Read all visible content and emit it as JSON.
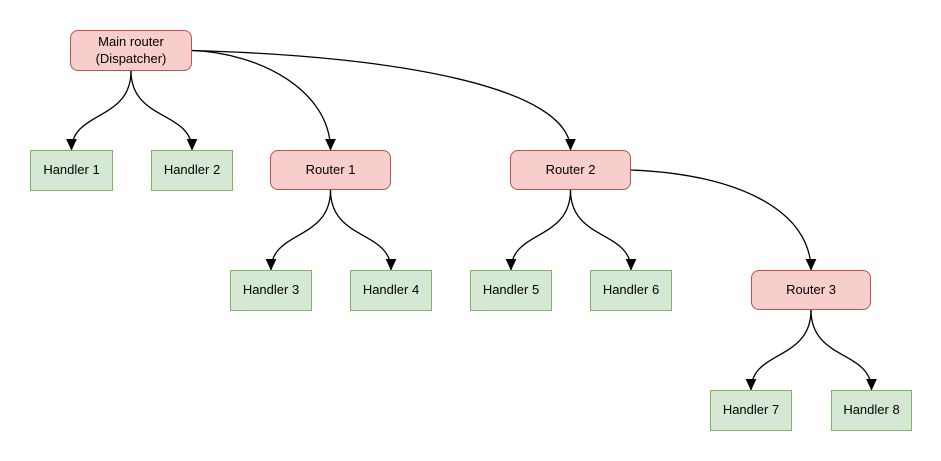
{
  "diagram": {
    "type": "tree-flowchart",
    "background": "#ffffff",
    "colors": {
      "router_fill": "#F8CECC",
      "router_stroke": "#B85450",
      "handler_fill": "#D5E8D4",
      "handler_stroke": "#82B366",
      "edge_stroke": "#000000",
      "text": "#000000"
    },
    "nodes": [
      {
        "id": "main-router",
        "label": "Main router\n(Dispatcher)",
        "type": "router"
      },
      {
        "id": "handler-1",
        "label": "Handler 1",
        "type": "handler"
      },
      {
        "id": "handler-2",
        "label": "Handler 2",
        "type": "handler"
      },
      {
        "id": "router-1",
        "label": "Router 1",
        "type": "router"
      },
      {
        "id": "router-2",
        "label": "Router 2",
        "type": "router"
      },
      {
        "id": "handler-3",
        "label": "Handler 3",
        "type": "handler"
      },
      {
        "id": "handler-4",
        "label": "Handler 4",
        "type": "handler"
      },
      {
        "id": "handler-5",
        "label": "Handler 5",
        "type": "handler"
      },
      {
        "id": "handler-6",
        "label": "Handler 6",
        "type": "handler"
      },
      {
        "id": "router-3",
        "label": "Router 3",
        "type": "router"
      },
      {
        "id": "handler-7",
        "label": "Handler 7",
        "type": "handler"
      },
      {
        "id": "handler-8",
        "label": "Handler 8",
        "type": "handler"
      }
    ],
    "edges": [
      {
        "from": "main-router",
        "to": "handler-1"
      },
      {
        "from": "main-router",
        "to": "handler-2"
      },
      {
        "from": "main-router",
        "to": "router-1"
      },
      {
        "from": "main-router",
        "to": "router-2"
      },
      {
        "from": "router-1",
        "to": "handler-3"
      },
      {
        "from": "router-1",
        "to": "handler-4"
      },
      {
        "from": "router-2",
        "to": "handler-5"
      },
      {
        "from": "router-2",
        "to": "handler-6"
      },
      {
        "from": "router-2",
        "to": "router-3"
      },
      {
        "from": "router-3",
        "to": "handler-7"
      },
      {
        "from": "router-3",
        "to": "handler-8"
      }
    ]
  }
}
